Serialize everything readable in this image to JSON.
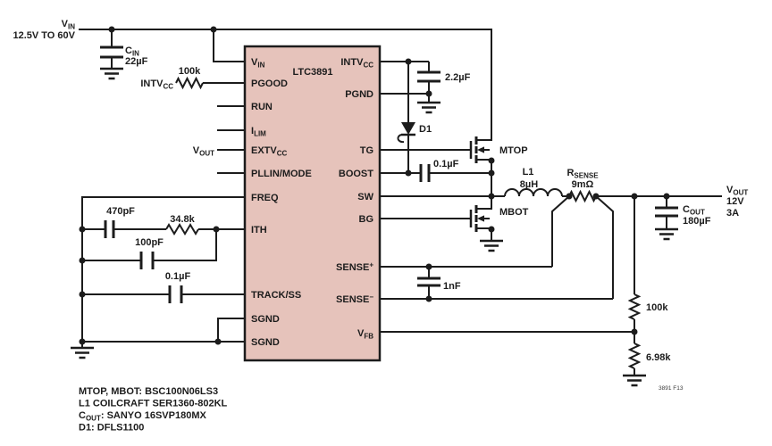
{
  "input": {
    "label": "V",
    "label_sub": "IN",
    "range": "12.5V TO 60V"
  },
  "cin": {
    "label": "C",
    "label_sub": "IN",
    "value": "22µF"
  },
  "pgood": {
    "resistor": "100k",
    "rail": "INTV",
    "rail_sub": "CC"
  },
  "extvcc_source": {
    "label": "V",
    "label_sub": "OUT"
  },
  "ith": {
    "c_series": "470pF",
    "r": "34.8k",
    "c_parallel": "100pF"
  },
  "track_ss": {
    "cap": "0.1µF"
  },
  "intvcc_cap": {
    "value": "2.2µF"
  },
  "d1": {
    "label": "D1"
  },
  "boost_cap": {
    "value": "0.1µF"
  },
  "mosfets": {
    "top": "MTOP",
    "bottom": "MBOT"
  },
  "l1": {
    "label": "L1",
    "value": "8µH"
  },
  "rsense": {
    "label": "R",
    "label_sub": "SENSE",
    "value": "9mΩ"
  },
  "sense_cap": {
    "value": "1nF"
  },
  "output": {
    "label": "V",
    "label_sub": "OUT",
    "voltage": "12V",
    "current": "3A"
  },
  "cout": {
    "label": "C",
    "label_sub": "OUT",
    "value": "180µF"
  },
  "feedback": {
    "r_top": "100k",
    "r_bottom": "6.98k"
  },
  "ic": {
    "name": "LTC3891",
    "left_pins": [
      {
        "label": "V",
        "sub": "IN"
      },
      {
        "label": "PGOOD"
      },
      {
        "label": "RUN"
      },
      {
        "label": "I",
        "sub": "LIM"
      },
      {
        "label": "EXTV",
        "sub": "CC"
      },
      {
        "label": "PLLIN/MODE"
      },
      {
        "label": "FREQ"
      },
      {
        "label": "ITH"
      },
      {
        "label": "TRACK/SS"
      },
      {
        "label": "SGND"
      },
      {
        "label": "SGND"
      }
    ],
    "right_pins": [
      {
        "label": "INTV",
        "sub": "CC"
      },
      {
        "label": "PGND"
      },
      {
        "label": "TG"
      },
      {
        "label": "BOOST"
      },
      {
        "label": "SW"
      },
      {
        "label": "BG"
      },
      {
        "label": "SENSE",
        "sup": "+"
      },
      {
        "label": "SENSE",
        "sup": "−"
      },
      {
        "label": "V",
        "sub": "FB"
      }
    ]
  },
  "notes": [
    {
      "text": "MTOP, MBOT: BSC100N06LS3"
    },
    {
      "text": "L1 COILCRAFT SER1360-802KL"
    },
    {
      "pre": "C",
      "sub": "OUT",
      "post": ": SANYO 16SVP180MX"
    },
    {
      "text": "D1: DFLS1100"
    }
  ],
  "fig_code": "3891 F13"
}
